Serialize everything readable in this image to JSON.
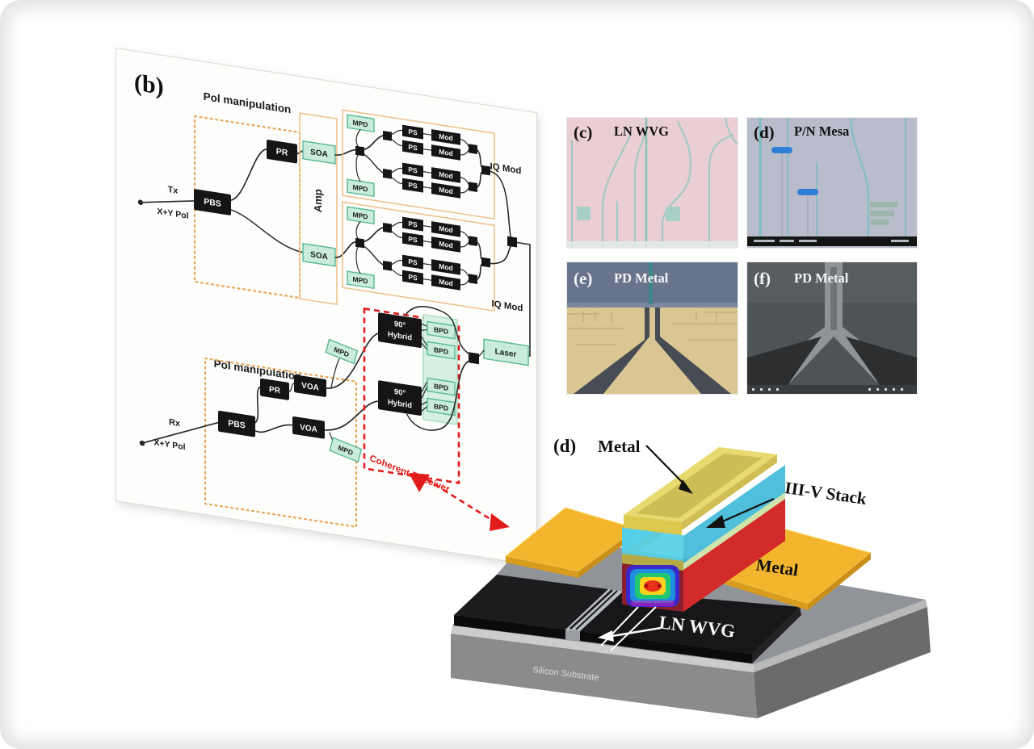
{
  "figure": {
    "b": {
      "label": "(b)",
      "pol_manipulation": "Pol manipulation",
      "tx_label": "Tx",
      "rx_label": "Rx",
      "pol_label": "X+Y Pol",
      "pbs": "PBS",
      "pr": "PR",
      "amp": "Amp",
      "soa": "SOA",
      "mpd": "MPD",
      "ps": "PS",
      "mod": "Mod",
      "iq_mod": "IQ Mod",
      "voa": "VOA",
      "hybrid_deg": "90°",
      "hybrid_word": "Hybrid",
      "bpd": "BPD",
      "laser": "Laser",
      "coherent": "Coherent Receiver"
    },
    "c": {
      "label": "(c)",
      "title": "LN WVG"
    },
    "d": {
      "label": "(d)",
      "title": "P/N Mesa"
    },
    "e": {
      "label": "(e)",
      "title": "PD Metal"
    },
    "f": {
      "label": "(f)",
      "title": "PD Metal"
    },
    "g": {
      "label": "(d)",
      "metal_top": "Metal",
      "stack": "III-V Stack",
      "metal_pad": "Metal",
      "wvg": "LN WVG",
      "substrate": "Silicon Substrate"
    }
  },
  "colors": {
    "accent_orange": "#e8a455",
    "component_green": "#c9ecdc",
    "receiver_red": "#e21b1b",
    "metal_gold": "#f2b52d",
    "stack_cyan": "#4fd0e8",
    "stack_red": "#d32a2a"
  }
}
